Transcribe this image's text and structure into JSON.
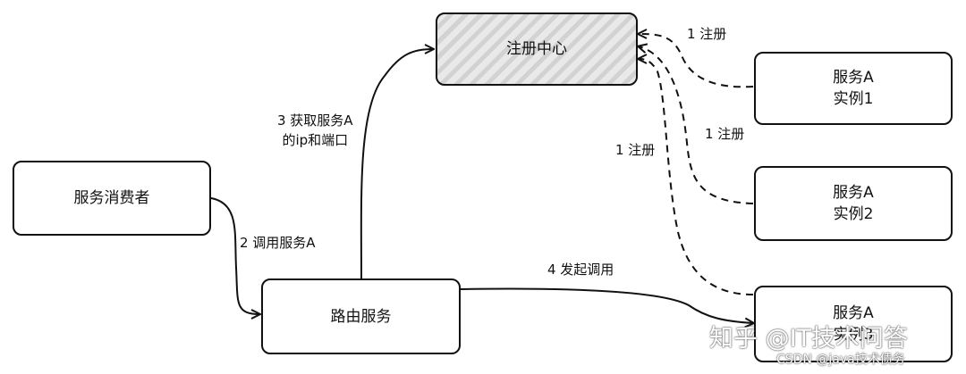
{
  "nodes": {
    "registry": "注册中心",
    "consumer": "服务消费者",
    "router": "路由服务",
    "instance1": "服务A\n实例1",
    "instance2": "服务A\n实例2",
    "instance3": "服务A\n实例3"
  },
  "edges": {
    "register_1": "1 注册",
    "register_2": "1 注册",
    "register_3": "1 注册",
    "call_service": "2 调用服务A",
    "get_address": "3 获取服务A\n的ip和端口",
    "invoke": "4 发起调用"
  },
  "watermark": {
    "main": "知乎 @IT技术问答",
    "sub": "CSDN @java技术债务"
  },
  "colors": {
    "stroke": "#111111",
    "hatch_light": "#e9e9e9",
    "hatch_dark": "#d2d2d2",
    "watermark": "#ffffff"
  }
}
